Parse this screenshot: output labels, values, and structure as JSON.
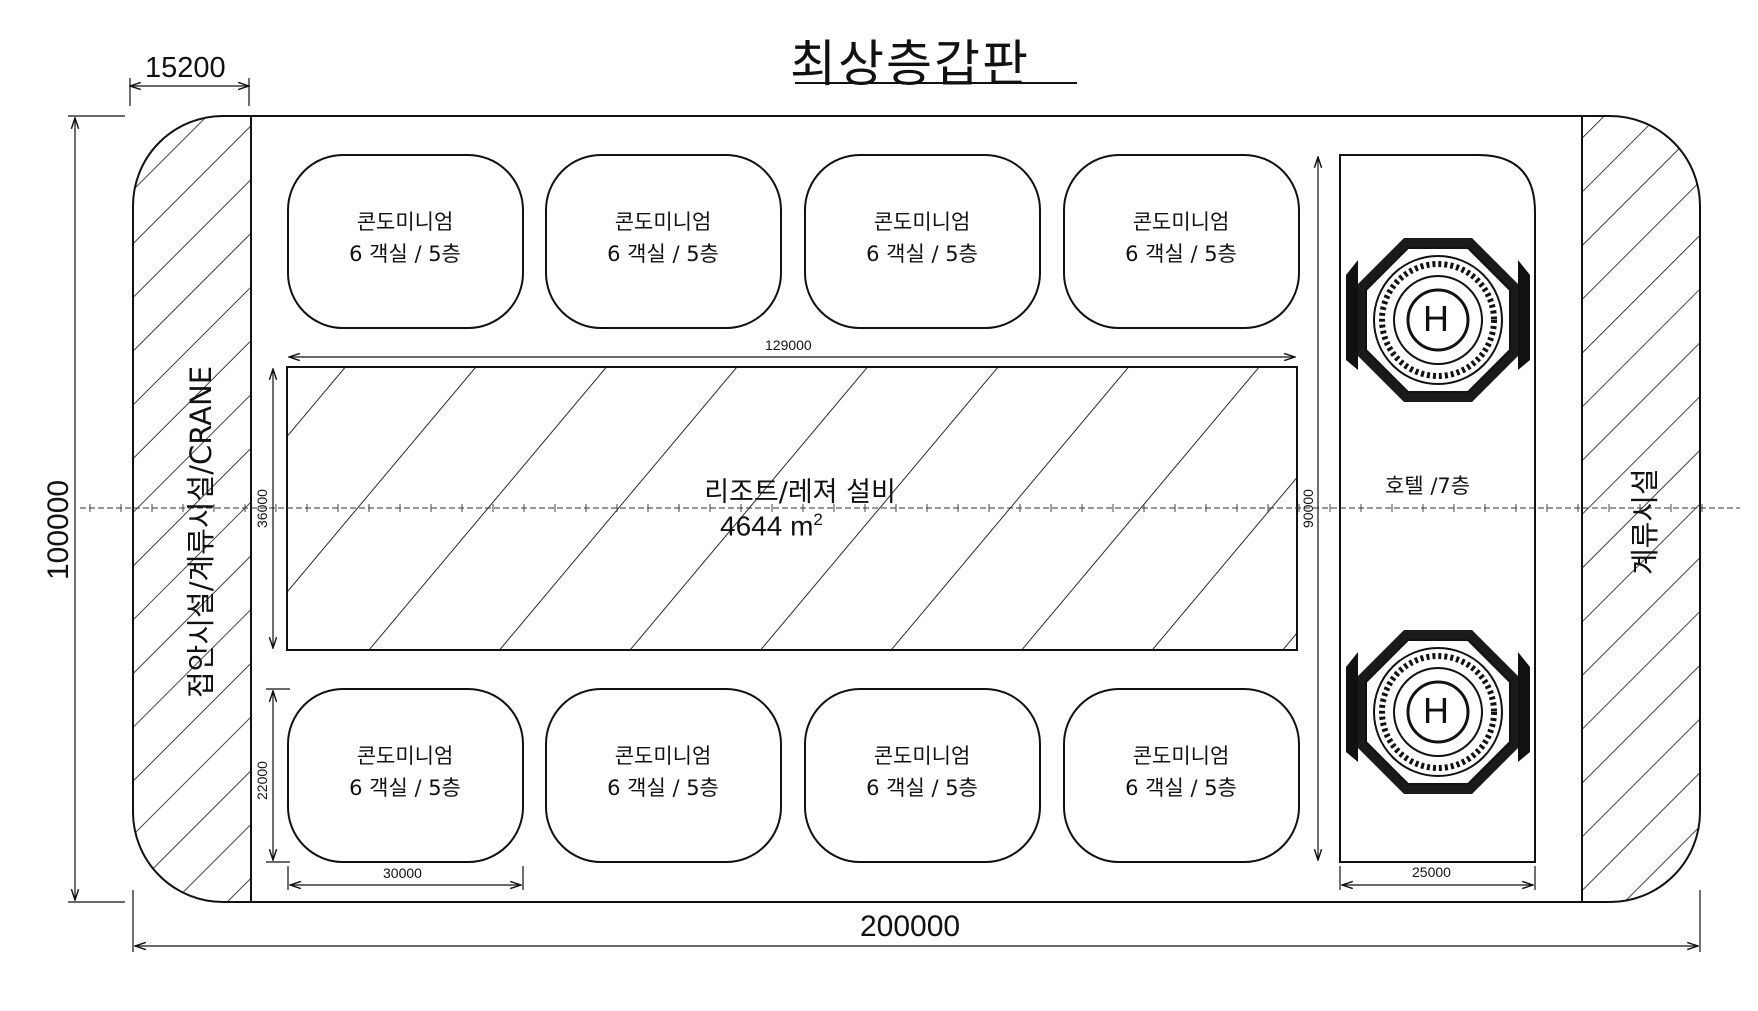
{
  "title": "최상층갑판",
  "dimensions": {
    "left_strip_width": "15200",
    "total_height": "100000",
    "total_width": "200000",
    "resort_width": "129000",
    "resort_height": "36000",
    "hotel_height": "90000",
    "hotel_width": "25000",
    "condo_height": "22000",
    "condo_width": "30000"
  },
  "left_strip_label": "접안시설/계류시설/CRANE",
  "right_strip_label": "계류시설",
  "resort": {
    "name": "리조트/레져 설비",
    "area_value": "4644 m",
    "area_unit_power": "2"
  },
  "hotel": {
    "label": "호텔 /7층"
  },
  "helipad_symbol": "H",
  "condos": [
    {
      "name": "콘도미니엄",
      "detail": "6 객실 / 5층"
    },
    {
      "name": "콘도미니엄",
      "detail": "6 객실 / 5층"
    },
    {
      "name": "콘도미니엄",
      "detail": "6 객실 / 5층"
    },
    {
      "name": "콘도미니엄",
      "detail": "6 객실 / 5층"
    },
    {
      "name": "콘도미니엄",
      "detail": "6 객실 / 5층"
    },
    {
      "name": "콘도미니엄",
      "detail": "6 객실 / 5층"
    },
    {
      "name": "콘도미니엄",
      "detail": "6 객실 / 5층"
    },
    {
      "name": "콘도미니엄",
      "detail": "6 객실 / 5층"
    }
  ]
}
